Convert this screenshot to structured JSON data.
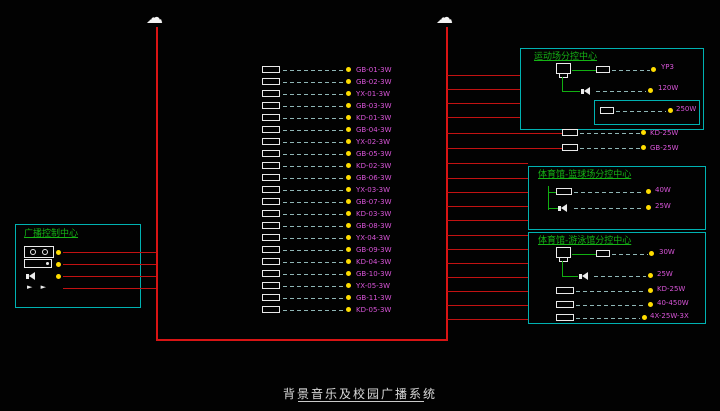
{
  "page": {
    "title": "背景音乐及校园广播系统"
  },
  "icons": {
    "cloud": "☁",
    "arrows": "► ►"
  },
  "broadcast_center": {
    "title": "广播控制中心"
  },
  "sub_centers": {
    "sports_field": {
      "title": "运动场分控中心",
      "labels": {
        "row1": "YP3",
        "row2": "120W",
        "row3": "250W"
      }
    },
    "basketball": {
      "title": "体育馆-篮球场分控中心",
      "labels": {
        "row1": "40W",
        "row2": "25W"
      }
    },
    "swimming": {
      "title": "体育馆-游泳馆分控中心",
      "labels": {
        "row1": "30W",
        "row2": "25W",
        "row3": "KD-25W",
        "row4": "40-450W",
        "row5": "4X-25W-3X"
      }
    }
  },
  "side_rows": [
    {
      "label": "KD-25W"
    },
    {
      "label": "GB-25W"
    }
  ],
  "mid_rows": [
    "GB-01-3W",
    "GB-02-3W",
    "YX-01-3W",
    "GB-03-3W",
    "KD-01-3W",
    "GB-04-3W",
    "YX-02-3W",
    "GB-05-3W",
    "KD-02-3W",
    "GB-06-3W",
    "YX-03-3W",
    "GB-07-3W",
    "KD-03-3W",
    "GB-08-3W",
    "YX-04-3W",
    "GB-09-3W",
    "KD-04-3W",
    "GB-10-3W",
    "YX-05-3W",
    "GB-11-3W",
    "KD-05-3W"
  ],
  "colors": {
    "trunk_red": "#d81414",
    "cyan_border": "#00b2b2",
    "green": "#15b415",
    "magenta": "#d955d9",
    "yellow": "#ffdd00"
  }
}
